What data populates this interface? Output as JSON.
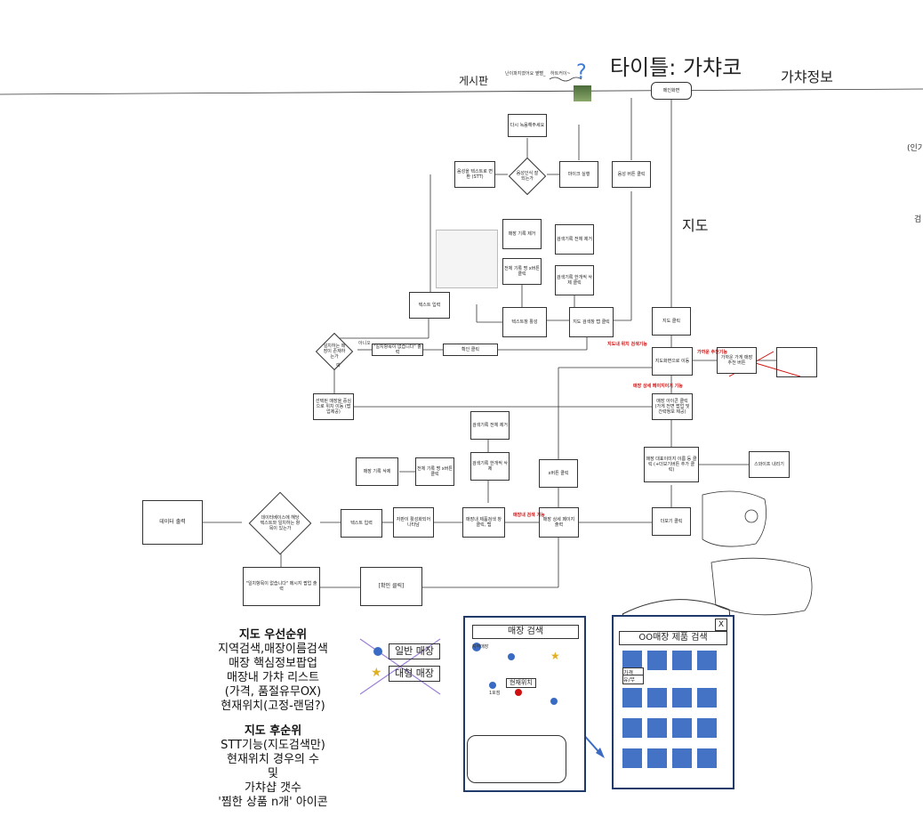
{
  "header": {
    "title": "타이틀: 가챠코",
    "board": "게시판",
    "gacha_info": "가챠정보",
    "note1": "난이파지였어요 옆뻘_",
    "note2": "하트커이~",
    "main_screen": "메인화면",
    "map_label": "지도",
    "edge_text1": "(인기",
    "edge_text2": "검"
  },
  "flow": {
    "retry": "다시 녹음해주세요",
    "mic": "마이크 실행",
    "voice_search": "음성 버튼 클릭",
    "recognized": "음성인식 잘 되는가",
    "stt_convert": "음성을 텍스트로 변환 (STT)",
    "text_input": "텍스트 입력",
    "search_history_delete": "매장 기록 제거",
    "history_all_delete": "검색기록 전체 제거",
    "history_x": "전체 기록 명 x버튼 클릭",
    "history_each": "검색기록 한개씩 삭제 클릭",
    "textbox": "텍스트창 활성",
    "map_search": "지도 검색창 탭 클릭",
    "is_store": "일치하는 매장이 존재하는가",
    "no_match_popup": "\"일치항목이 없습니다\" 출력",
    "confirm": "확인 클릭",
    "yes": "예",
    "no": "아니오",
    "selected_move": "선택된 매장을 중심으로 위치 이동 (팝업제공)",
    "map_tab": "지도 클릭",
    "map_screen_move": "지도화면으로 이동",
    "store_icon": "매장 아이콘 클릭 (가게 전면 팝업 및 간략정보 제공)",
    "nearby": "가까운 가게 매장 추천 버튼",
    "store_detail_click": "매장 대표이미지 이름 등 클릭 (+더보기버튼 추가 클릭)",
    "swipe": "스와이프 내리기",
    "more_click": "더보기 클릭",
    "store_detail_page": "매장 상세 페이지 출력",
    "x_button": "x버튼 클릭",
    "gacha_search": "매장내 제품검색 창 클릭, 탭",
    "data_search": "데이터베이스에 해당 텍스트와 일치하는 항목이 있는가",
    "data_output": "데이터 출력",
    "text_input2": "텍스트 입력",
    "keyboard": "자판이 활성화되어 나타남",
    "no_match_popup2": "\"일치항목이 없습니다\" 메시지 팝업 출력",
    "confirm2": "[확인 클릭]",
    "history_all_delete2": "검색기록 전체 제거",
    "history_each2": "검색기록 한개씩 삭제",
    "history_x2": "전체 기록 명 x버튼 클릭",
    "store_history_delete2": "매장 기록 삭제",
    "red_note1": "지도내 위치 검색기능",
    "red_note2": "가까운 추천기능",
    "red_note3": "매장 상세 페이지이기 기능",
    "red_note4": "매장내 검색 기능"
  },
  "priority_high": {
    "heading": "지도 우선순위",
    "items": [
      "지역검색,매장이름검색",
      "매장 핵심정보팝업",
      "매장내 가챠 리스트",
      "(가격, 품절유무OX)",
      "현재위치(고정-랜덤?)"
    ]
  },
  "priority_low": {
    "heading": "지도 후순위",
    "items": [
      "STT기능(지도검색만)",
      "현재위치 경우의 수",
      "및",
      "가챠샵 갯수",
      "'찜한 상품 n개' 아이콘"
    ]
  },
  "legend": {
    "normal": "일반 매장",
    "large": "대형 매장"
  },
  "mock_store_search": {
    "title": "매장 검색",
    "current_location": "현재위치",
    "label_a": "지역매장",
    "label_b": "1호점"
  },
  "mock_product_search": {
    "title": "OO매장 제품 검색",
    "close": "X",
    "price": "가격",
    "stock": "유/무"
  },
  "colors": {
    "accent": "#d01010",
    "tile": "#4472c4",
    "frame": "#1f3a6b"
  }
}
